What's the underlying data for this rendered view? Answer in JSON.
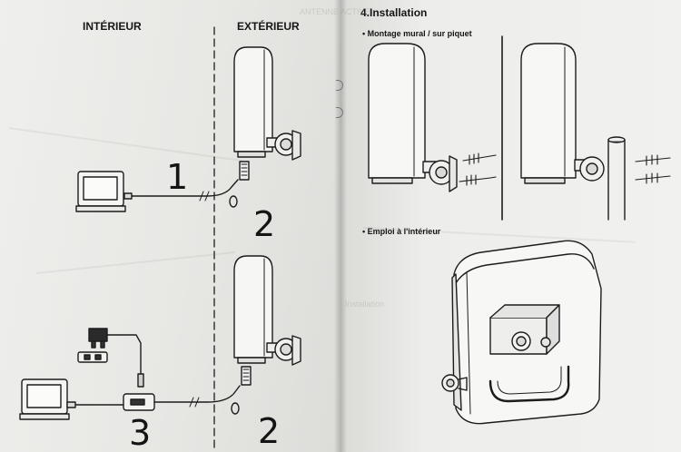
{
  "left_page": {
    "label_indoor": "INTÉRIEUR",
    "label_outdoor": "EXTÉRIEUR",
    "numbers": [
      "1",
      "2",
      "2",
      "3"
    ]
  },
  "right_page": {
    "section_title": "4.Installation",
    "bullet_wall": "Montage mural / sur piquet",
    "bullet_indoor": "Emploi à l'intérieur"
  },
  "colors": {
    "ink": "#161616",
    "paper": "#ededeb"
  }
}
